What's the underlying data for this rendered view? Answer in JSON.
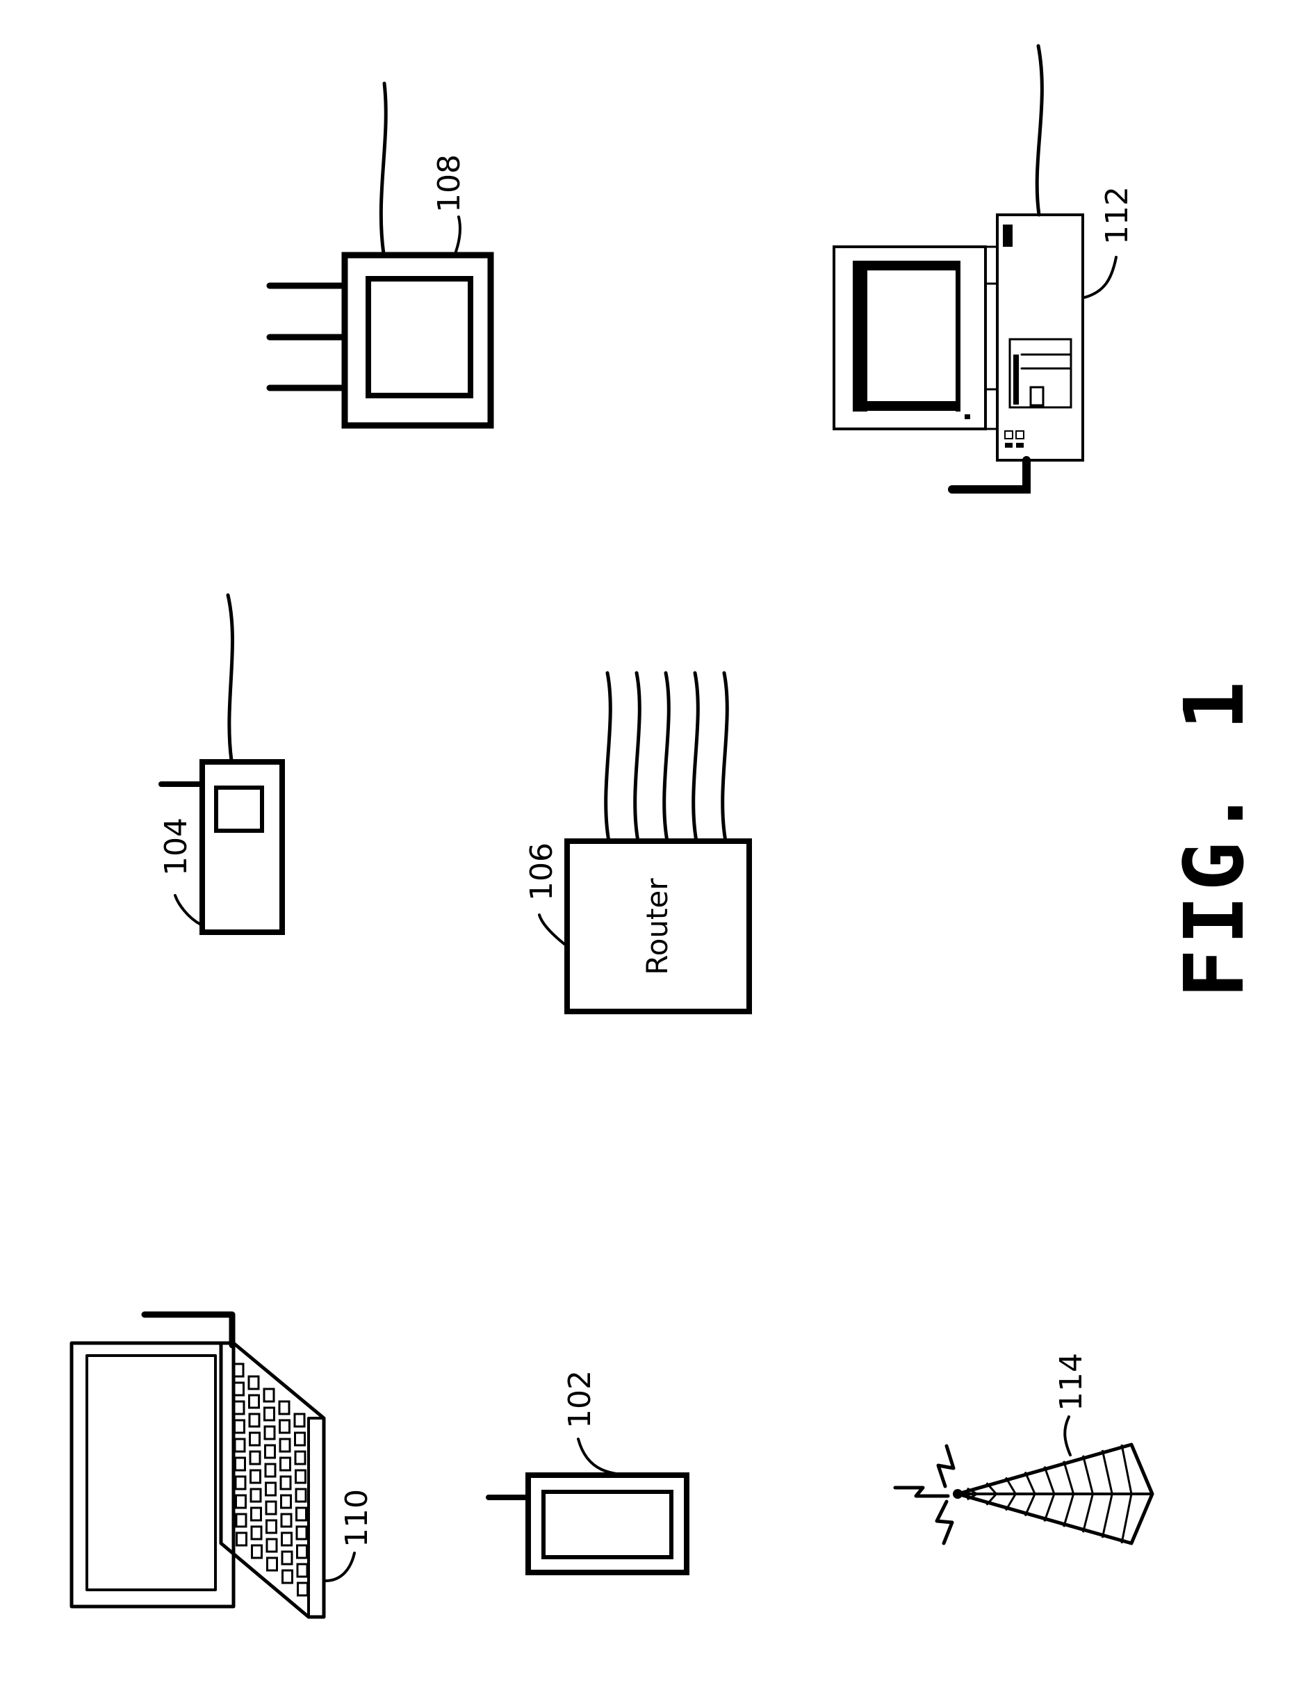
{
  "figure": {
    "title": "FIG. 1"
  },
  "devices": {
    "phone_102": {
      "ref": "102"
    },
    "handset_104": {
      "ref": "104"
    },
    "router_106": {
      "ref": "106",
      "text": "Router"
    },
    "access_point_108": {
      "ref": "108"
    },
    "laptop_110": {
      "ref": "110"
    },
    "desktop_112": {
      "ref": "112"
    },
    "tower_114": {
      "ref": "114"
    }
  },
  "colors": {
    "ink": "#000000",
    "paper": "#ffffff"
  }
}
